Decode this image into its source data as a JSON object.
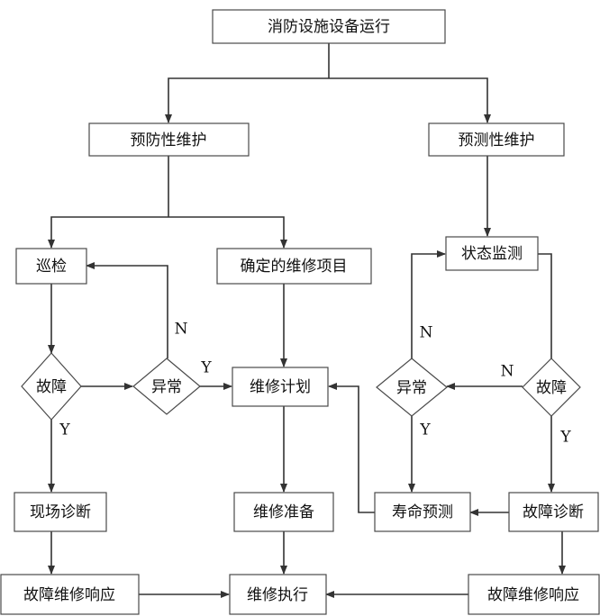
{
  "colors": {
    "stroke": "#333333",
    "text": "#111111",
    "background": "#ffffff"
  },
  "nodes": {
    "root": "消防设施设备运行",
    "preventive": "预防性维护",
    "predictive": "预测性维护",
    "inspection": "巡检",
    "determine_items": "确定的维修项目",
    "status_monitor": "状态监测",
    "fault_left": "故障",
    "abnormal_left": "异常",
    "plan": "维修计划",
    "abnormal_right": "异常",
    "fault_right": "故障",
    "onsite_diagnosis": "现场诊断",
    "prep": "维修准备",
    "life_prediction": "寿命预测",
    "fault_diagnosis": "故障诊断",
    "fault_response_left": "故障维修响应",
    "execute": "维修执行",
    "fault_response_right": "故障维修响应"
  },
  "edge_labels": {
    "abnormal_left_no": "N",
    "abnormal_left_yes": "Y",
    "fault_left_yes": "Y",
    "abnormal_right_no": "N",
    "abnormal_right_yes": "Y",
    "fault_right_yes": "Y"
  }
}
